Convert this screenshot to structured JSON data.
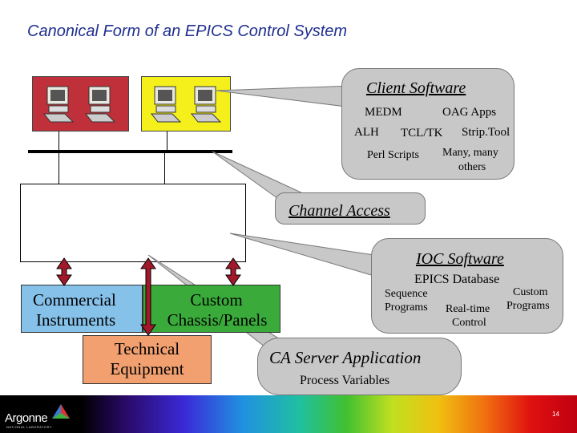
{
  "slide": {
    "title": "Canonical Form of an EPICS Control System",
    "page_number": "14"
  },
  "client_software": {
    "heading": "Client Software",
    "items": {
      "medm": "MEDM",
      "oag_apps": "OAG Apps",
      "alh": "ALH",
      "tcl_tk": "TCL/TK",
      "striptool": "Strip.Tool",
      "perl_scripts": "Perl Scripts",
      "many_line1": "Many, many",
      "many_line2": "others"
    }
  },
  "channel_access": {
    "heading": "Channel Access"
  },
  "ioc_software": {
    "heading": "IOC Software",
    "epics_database": "EPICS Database",
    "sequence_line1": "Sequence",
    "sequence_line2": "Programs",
    "realtime_line1": "Real-time",
    "realtime_line2": "Control",
    "custom_line1": "Custom",
    "custom_line2": "Programs"
  },
  "ca_server": {
    "heading": "CA Server Application",
    "process_variables": "Process Variables"
  },
  "hardware": {
    "commercial_line1": "Commercial",
    "commercial_line2": "Instruments",
    "custom_line1": "Custom",
    "custom_line2": "Chassis/Panels",
    "technical_line1": "Technical",
    "technical_line2": "Equipment"
  },
  "logo": {
    "name": "Argonne",
    "subtitle": "NATIONAL LABORATORY"
  },
  "colors": {
    "title_blue": "#1f2f8f",
    "callout_gray": "#c8c8c8",
    "red_group": "#c0303a",
    "yellow_group": "#f5f01c",
    "commercial_blue": "#86c1ea",
    "custom_green": "#3aab3a",
    "technical_orange": "#f2a070",
    "arrow_red": "#a0182a"
  },
  "icons": [
    "workstation-icon",
    "bidirectional-arrow-icon",
    "argonne-logo-icon"
  ]
}
